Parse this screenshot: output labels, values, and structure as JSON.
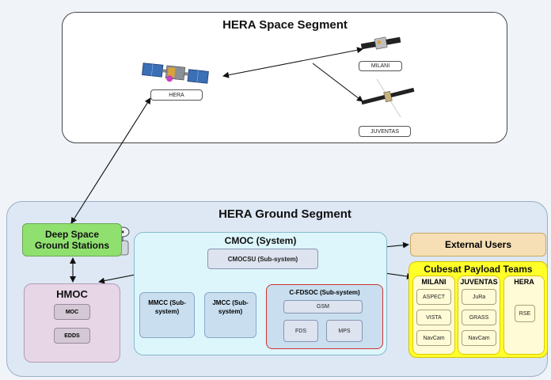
{
  "space_segment": {
    "title": "HERA Space Segment",
    "hera_label": "HERA",
    "milani_label": "MILANI",
    "juventas_label": "JUVENTAS"
  },
  "ground_segment": {
    "title": "HERA Ground Segment",
    "deep_space_stations": "Deep Space Ground Stations",
    "hmoc": {
      "title": "HMOC",
      "moc": "MOC",
      "edds": "EDDS"
    },
    "cmoc": {
      "title": "CMOC (System)",
      "cmocsu": "CMOCSU (Sub-system)",
      "mmcc": "MMCC (Sub-system)",
      "jmcc": "JMCC (Sub-system)",
      "cfdsoc": {
        "title": "C-FDSOC (Sub-system)",
        "gsm": "GSM",
        "fds": "FDS",
        "mps": "MPS"
      }
    },
    "external_users": "External Users",
    "cubesat_teams": {
      "title": "Cubesat Payload Teams",
      "milani": {
        "title": "MILANI",
        "items": [
          "ASPECT",
          "VISTA",
          "NavCam"
        ]
      },
      "juventas": {
        "title": "JUVENTAS",
        "items": [
          "JuRa",
          "GRASS",
          "NavCam"
        ]
      },
      "hera": {
        "title": "HERA",
        "items": [
          "RSE"
        ]
      }
    }
  },
  "colors": {
    "deep_space_fill": "#90e070",
    "hmoc_fill": "#e6d6e6",
    "cmoc_fill": "#dcf6fb",
    "cfdsoc_border": "#d03030",
    "external_users_fill": "#f6dfb5",
    "cubesat_fill": "#ffff2a"
  }
}
